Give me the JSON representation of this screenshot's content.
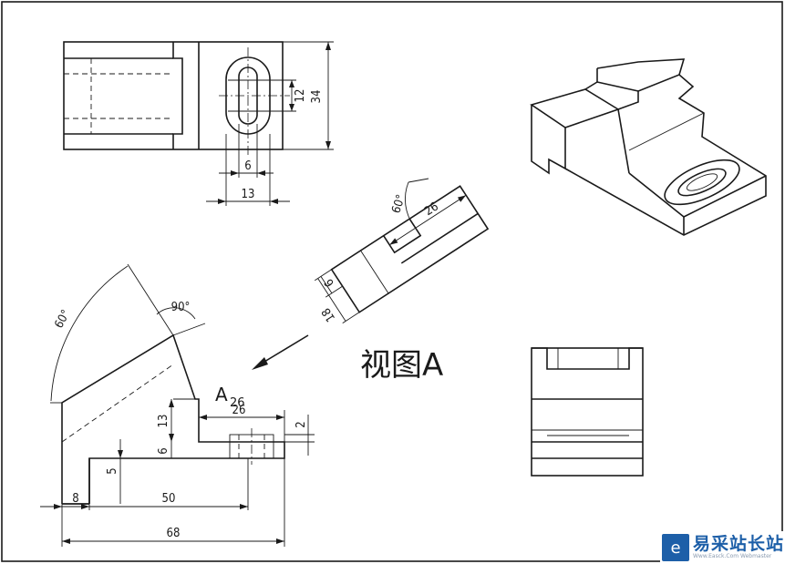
{
  "dimensions": {
    "top_12": "12",
    "top_34": "34",
    "top_6": "6",
    "top_13": "13",
    "aux_60deg": "60°",
    "aux_26": "26",
    "aux_6": "6",
    "aux_18": "18",
    "front_60deg": "60°",
    "front_90deg": "90°",
    "front_26": "26",
    "front_2": "2",
    "front_13": "13",
    "front_6": "6",
    "front_5": "5",
    "front_8": "8",
    "front_50": "50",
    "front_68": "68"
  },
  "labels": {
    "view_a_title": "视图A",
    "section_letter": "A"
  },
  "watermark": {
    "icon": "e-logo-icon",
    "main": "易采站长站",
    "sub": "Www.Easck.Com Webmaster"
  }
}
